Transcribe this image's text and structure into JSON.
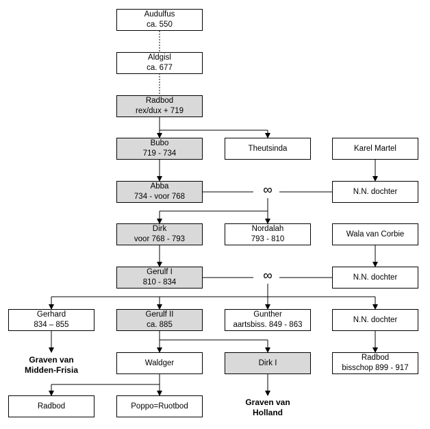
{
  "nodes": {
    "audulfus": {
      "name": "Audulfus",
      "info": "ca. 550"
    },
    "aldgisl": {
      "name": "Aldgisl",
      "info": "ca. 677"
    },
    "radbod": {
      "name": "Radbod",
      "info": "rex/dux + 719"
    },
    "bubo": {
      "name": "Bubo",
      "info": "719 - 734"
    },
    "theutsinda": {
      "name": "Theutsinda"
    },
    "karel_martel": {
      "name": "Karel Martel"
    },
    "abba": {
      "name": "Abba",
      "info": "734 - voor 768"
    },
    "nn_dochter_1": {
      "name": "N.N. dochter"
    },
    "dirk": {
      "name": "Dirk",
      "info": "voor 768 - 793"
    },
    "nordalah": {
      "name": "Nordalah",
      "info": "793 - 810"
    },
    "wala": {
      "name": "Wala van Corbie"
    },
    "gerulf_1": {
      "name": "Gerulf I",
      "info": "810 - 834"
    },
    "nn_dochter_2": {
      "name": "N.N. dochter"
    },
    "gerhard": {
      "name": "Gerhard",
      "info": "834 – 855"
    },
    "gerulf_2": {
      "name": "Gerulf II",
      "info": "ca. 885"
    },
    "gunther": {
      "name": "Gunther",
      "info": "aartsbiss. 849 - 863"
    },
    "nn_dochter_3": {
      "name": "N.N. dochter"
    },
    "waldger": {
      "name": "Waldger"
    },
    "dirk_1": {
      "name": "Dirk I"
    },
    "radbod_bisschop": {
      "name": "Radbod",
      "info": "bisschop 899 - 917"
    },
    "radbod_jr": {
      "name": "Radbod"
    },
    "poppo": {
      "name": "Poppo=Ruotbod"
    }
  },
  "notes": {
    "midden_frisia": [
      "Graven van",
      "Midden-Frisia"
    ],
    "holland": [
      "Graven van",
      "Holland"
    ]
  },
  "marriage_symbol": "∞",
  "colors": {
    "main_line_fill": "#d9d9d9",
    "box_fill": "#ffffff",
    "line": "#000000"
  }
}
